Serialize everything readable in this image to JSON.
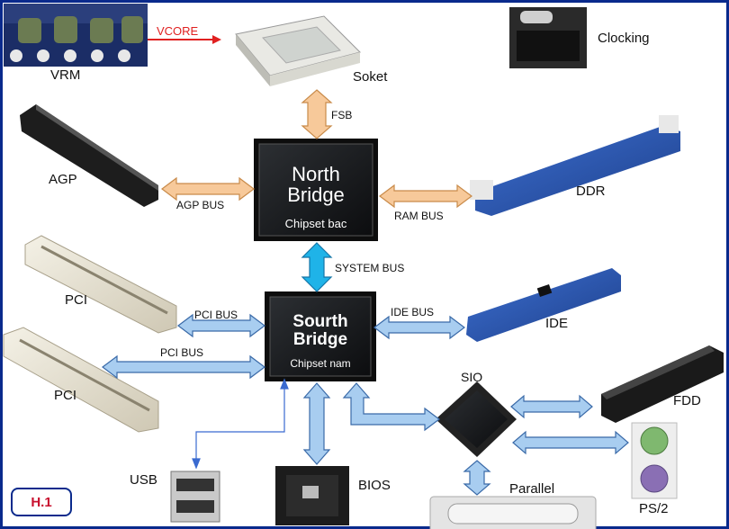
{
  "labels": {
    "vrm": "VRM",
    "vcore": "VCORE",
    "socket": "Soket",
    "clocking": "Clocking",
    "fsb": "FSB",
    "agp": "AGP",
    "agp_bus": "AGP BUS",
    "ddr": "DDR",
    "ram_bus": "RAM BUS",
    "system_bus": "SYSTEM BUS",
    "pci_top": "PCI",
    "pci_bottom": "PCI",
    "pci_bus_1": "PCI BUS",
    "pci_bus_2": "PCI BUS",
    "ide": "IDE",
    "ide_bus": "IDE BUS",
    "sio": "SIO",
    "fdd": "FDD",
    "ps2": "PS/2",
    "parallel": "Parallel",
    "usb": "USB",
    "bios": "BIOS",
    "figure_tag": "H.1"
  },
  "north_bridge": {
    "line1": "North",
    "line2": "Bridge",
    "sub": "Chipset bac"
  },
  "south_bridge": {
    "line1": "Sourth",
    "line2": "Bridge",
    "sub": "Chipset nam"
  },
  "colors": {
    "bus_blue": "#a8cdf0",
    "bus_orange": "#f7c99a",
    "arrow_outline": "#3a6aa8",
    "system_bus": "#1fb3e8",
    "vcore": "#e02020",
    "frame": "#0a2a8c"
  }
}
